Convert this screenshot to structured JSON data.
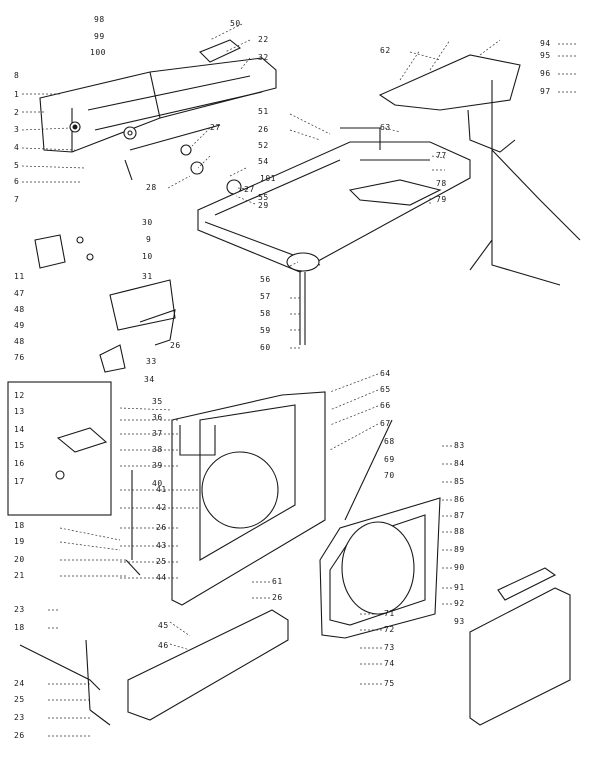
{
  "diagram": {
    "type": "exploded-parts-view",
    "callouts": [
      {
        "id": "c98",
        "text": "98"
      },
      {
        "id": "c99",
        "text": "99"
      },
      {
        "id": "c100",
        "text": "100"
      },
      {
        "id": "c8",
        "text": "8"
      },
      {
        "id": "c1",
        "text": "1"
      },
      {
        "id": "c2",
        "text": "2"
      },
      {
        "id": "c3",
        "text": "3"
      },
      {
        "id": "c4",
        "text": "4"
      },
      {
        "id": "c5",
        "text": "5"
      },
      {
        "id": "c6",
        "text": "6"
      },
      {
        "id": "c7",
        "text": "7"
      },
      {
        "id": "c30",
        "text": "30"
      },
      {
        "id": "c9",
        "text": "9"
      },
      {
        "id": "c10",
        "text": "10"
      },
      {
        "id": "c11",
        "text": "11"
      },
      {
        "id": "c31",
        "text": "31"
      },
      {
        "id": "c47",
        "text": "47"
      },
      {
        "id": "c48a",
        "text": "48"
      },
      {
        "id": "c49",
        "text": "49"
      },
      {
        "id": "c48b",
        "text": "48"
      },
      {
        "id": "c26a",
        "text": "26"
      },
      {
        "id": "c76",
        "text": "76"
      },
      {
        "id": "c33",
        "text": "33"
      },
      {
        "id": "c34",
        "text": "34"
      },
      {
        "id": "c50",
        "text": "50"
      },
      {
        "id": "c22",
        "text": "22"
      },
      {
        "id": "c32",
        "text": "32"
      },
      {
        "id": "c27a",
        "text": "27"
      },
      {
        "id": "c28",
        "text": "28"
      },
      {
        "id": "c52",
        "text": "52"
      },
      {
        "id": "c54",
        "text": "54"
      },
      {
        "id": "c27b",
        "text": "27"
      },
      {
        "id": "c29",
        "text": "29"
      },
      {
        "id": "c51",
        "text": "51"
      },
      {
        "id": "c26b",
        "text": "26"
      },
      {
        "id": "c101",
        "text": "101"
      },
      {
        "id": "c55",
        "text": "55"
      },
      {
        "id": "c56",
        "text": "56"
      },
      {
        "id": "c57",
        "text": "57"
      },
      {
        "id": "c58",
        "text": "58"
      },
      {
        "id": "c59",
        "text": "59"
      },
      {
        "id": "c60",
        "text": "60"
      },
      {
        "id": "c62",
        "text": "62"
      },
      {
        "id": "c63",
        "text": "63"
      },
      {
        "id": "c77",
        "text": "77"
      },
      {
        "id": "c78",
        "text": "78"
      },
      {
        "id": "c79",
        "text": "79"
      },
      {
        "id": "c94",
        "text": "94"
      },
      {
        "id": "c95",
        "text": "95"
      },
      {
        "id": "c96",
        "text": "96"
      },
      {
        "id": "c97",
        "text": "97"
      },
      {
        "id": "c12",
        "text": "12"
      },
      {
        "id": "c13",
        "text": "13"
      },
      {
        "id": "c14",
        "text": "14"
      },
      {
        "id": "c15",
        "text": "15"
      },
      {
        "id": "c16",
        "text": "16"
      },
      {
        "id": "c17",
        "text": "17"
      },
      {
        "id": "c35",
        "text": "35"
      },
      {
        "id": "c36",
        "text": "36"
      },
      {
        "id": "c37",
        "text": "37"
      },
      {
        "id": "c38",
        "text": "38"
      },
      {
        "id": "c39",
        "text": "39"
      },
      {
        "id": "c40",
        "text": "40"
      },
      {
        "id": "c41",
        "text": "41"
      },
      {
        "id": "c42",
        "text": "42"
      },
      {
        "id": "c26c",
        "text": "26"
      },
      {
        "id": "c43",
        "text": "43"
      },
      {
        "id": "c25a",
        "text": "25"
      },
      {
        "id": "c44",
        "text": "44"
      },
      {
        "id": "c18a",
        "text": "18"
      },
      {
        "id": "c19",
        "text": "19"
      },
      {
        "id": "c20",
        "text": "20"
      },
      {
        "id": "c21a",
        "text": "21"
      },
      {
        "id": "c64",
        "text": "64"
      },
      {
        "id": "c65",
        "text": "65"
      },
      {
        "id": "c66",
        "text": "66"
      },
      {
        "id": "c67",
        "text": "67"
      },
      {
        "id": "c68",
        "text": "68"
      },
      {
        "id": "c69",
        "text": "69"
      },
      {
        "id": "c70",
        "text": "70"
      },
      {
        "id": "c61",
        "text": "61"
      },
      {
        "id": "c26d",
        "text": "26"
      },
      {
        "id": "c83",
        "text": "83"
      },
      {
        "id": "c84",
        "text": "84"
      },
      {
        "id": "c85",
        "text": "85"
      },
      {
        "id": "c86",
        "text": "86"
      },
      {
        "id": "c87",
        "text": "87"
      },
      {
        "id": "c88",
        "text": "88"
      },
      {
        "id": "c89",
        "text": "89"
      },
      {
        "id": "c90",
        "text": "90"
      },
      {
        "id": "c91",
        "text": "91"
      },
      {
        "id": "c92",
        "text": "92"
      },
      {
        "id": "c93",
        "text": "93"
      },
      {
        "id": "c71",
        "text": "71"
      },
      {
        "id": "c72",
        "text": "72"
      },
      {
        "id": "c73",
        "text": "73"
      },
      {
        "id": "c74",
        "text": "74"
      },
      {
        "id": "c75",
        "text": "75"
      },
      {
        "id": "c23a",
        "text": "23"
      },
      {
        "id": "c18b",
        "text": "18"
      },
      {
        "id": "c45",
        "text": "45"
      },
      {
        "id": "c46",
        "text": "46"
      },
      {
        "id": "c24",
        "text": "24"
      },
      {
        "id": "c25b",
        "text": "25"
      },
      {
        "id": "c23b",
        "text": "23"
      },
      {
        "id": "c26e",
        "text": "26"
      }
    ]
  }
}
